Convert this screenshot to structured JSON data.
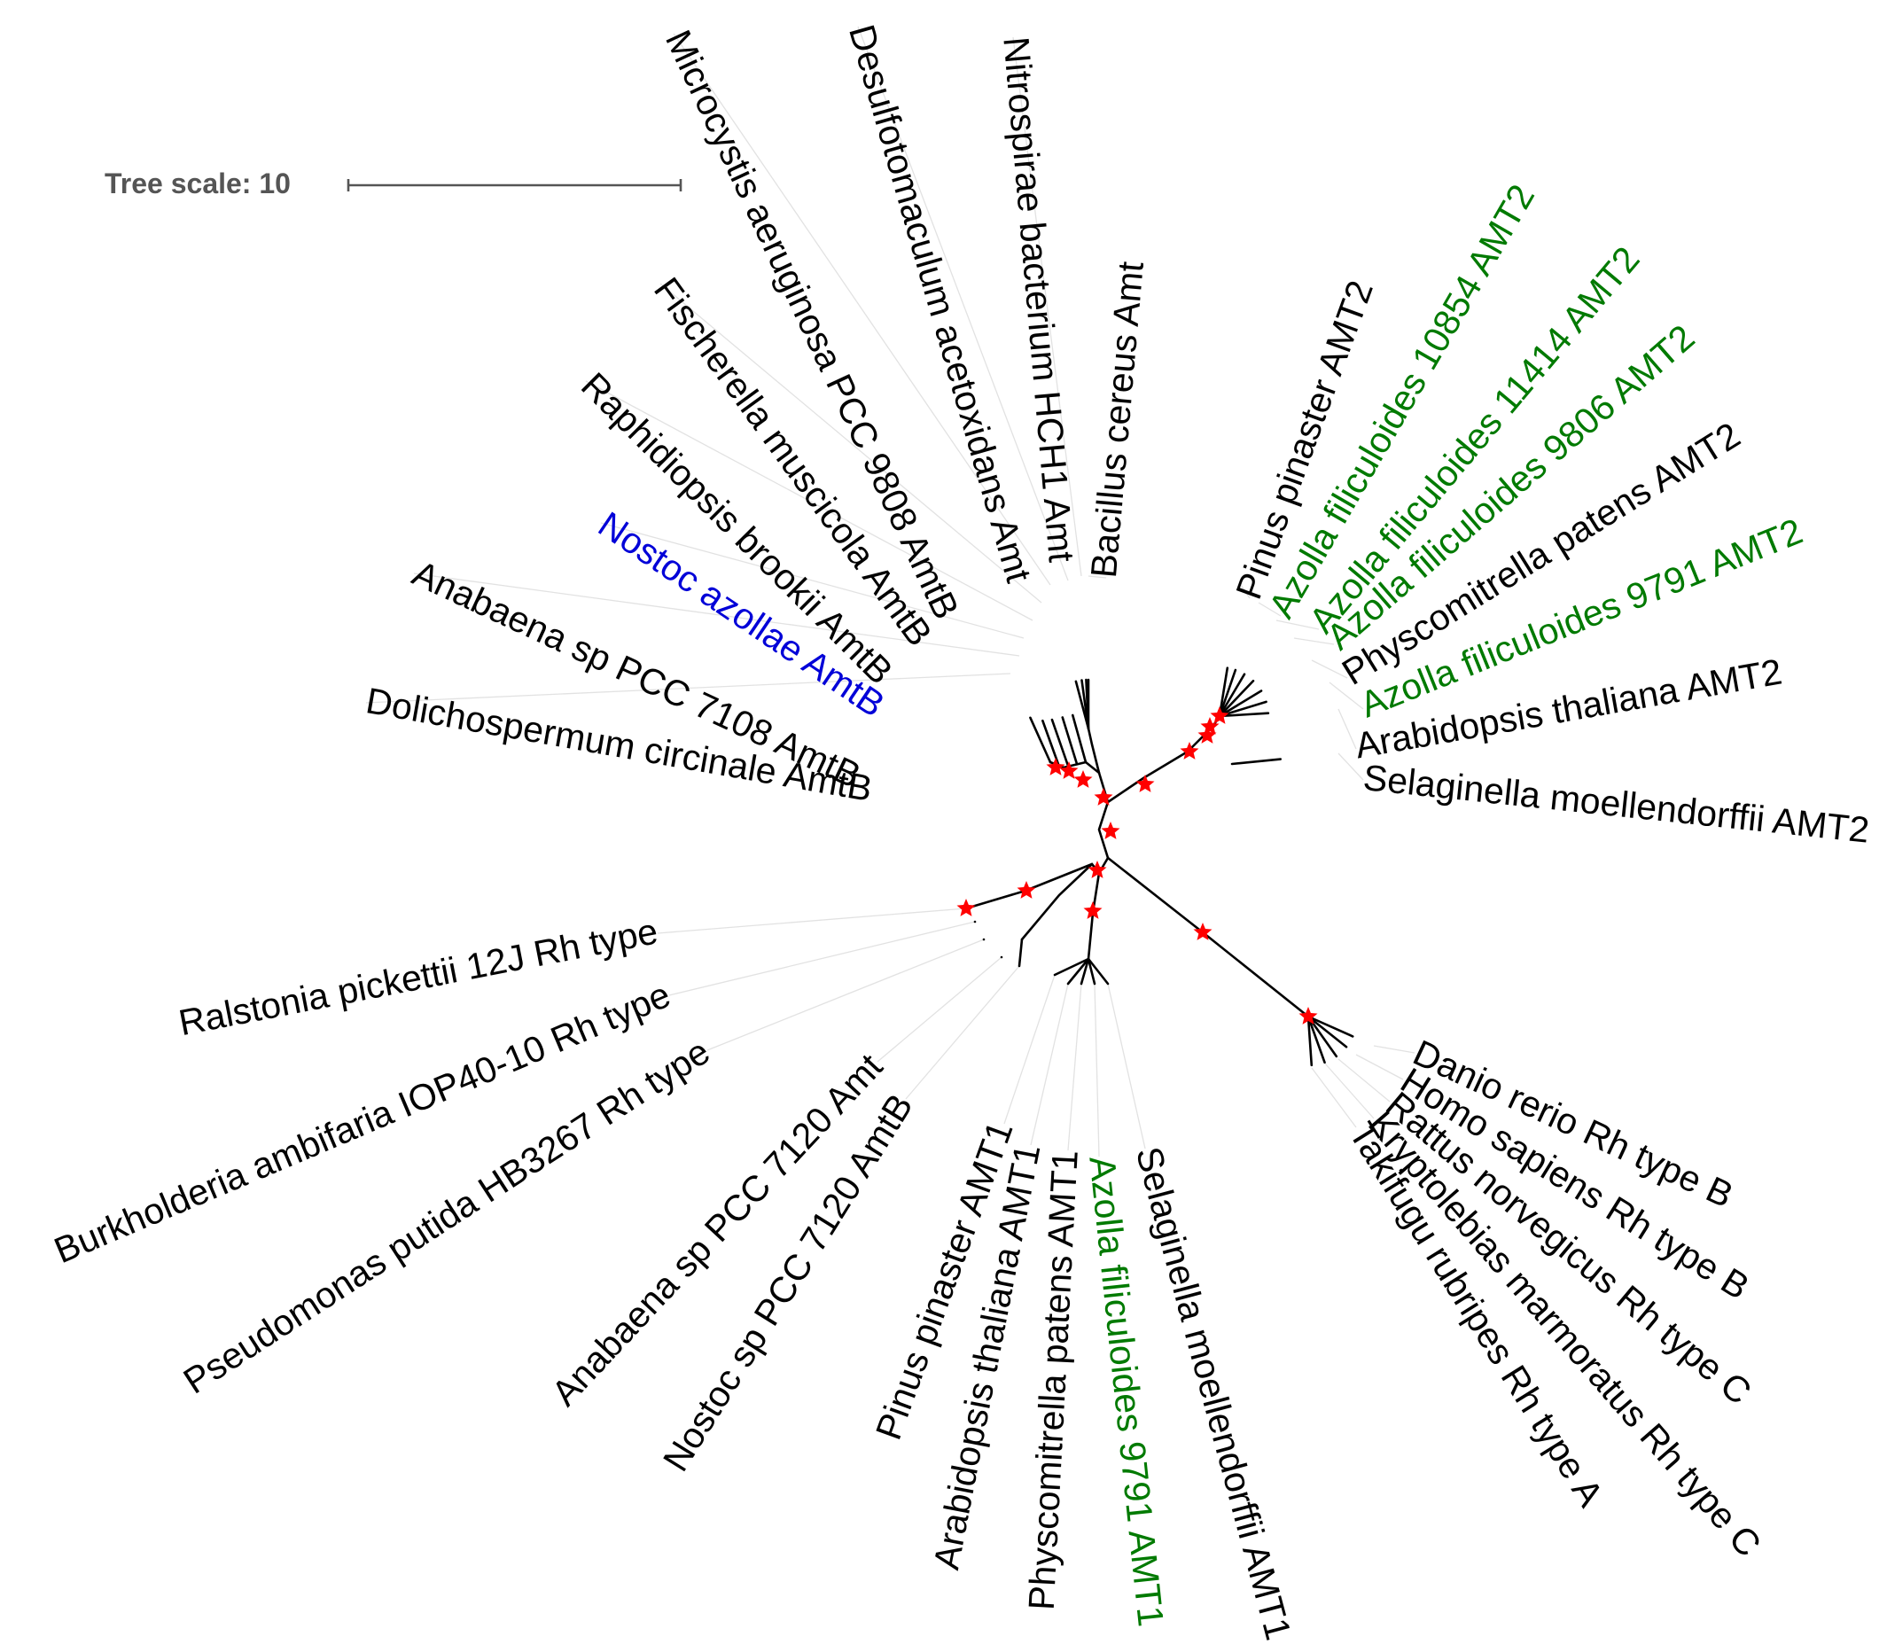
{
  "scale": {
    "label": "Tree scale: 10",
    "bar_color": "#555555"
  },
  "colors": {
    "default": "#000000",
    "azolla": "#007a00",
    "nostoc_azollae": "#0000d8",
    "support_star": "#ff0000",
    "guide": "#e2e2e2"
  },
  "marker": {
    "icon": "star-icon",
    "meaning": "bootstrap support"
  },
  "leaves": [
    {
      "name": "Microcystis aeruginosa PCC 9808 AmtB",
      "group": "default"
    },
    {
      "name": "Desulfotomaculum acetoxidans Amt",
      "group": "default"
    },
    {
      "name": "Nitrospirae bacterium HCH1 Amt",
      "group": "default"
    },
    {
      "name": "Bacillus cereus Amt",
      "group": "default"
    },
    {
      "name": "Fischerella muscicola AmtB",
      "group": "default"
    },
    {
      "name": "Raphidiopsis brookii AmtB",
      "group": "default"
    },
    {
      "name": "Nostoc azollae AmtB",
      "group": "nostoc_azollae"
    },
    {
      "name": "Anabaena sp PCC 7108 AmtB",
      "group": "default"
    },
    {
      "name": "Dolichospermum circinale AmtB",
      "group": "default"
    },
    {
      "name": "Pinus pinaster AMT2",
      "group": "default"
    },
    {
      "name": "Azolla filiculoides 10854 AMT2",
      "group": "azolla"
    },
    {
      "name": "Azolla filiculoides 11414 AMT2",
      "group": "azolla"
    },
    {
      "name": "Azolla filiculoides 9806 AMT2",
      "group": "azolla"
    },
    {
      "name": "Physcomitrella patens AMT2",
      "group": "default"
    },
    {
      "name": "Azolla filiculoides 9791 AMT2",
      "group": "azolla"
    },
    {
      "name": "Arabidopsis thaliana AMT2",
      "group": "default"
    },
    {
      "name": "Selaginella moellendorffii AMT2",
      "group": "default"
    },
    {
      "name": "Ralstonia pickettii 12J Rh type",
      "group": "default"
    },
    {
      "name": "Burkholderia ambifaria IOP40-10 Rh type",
      "group": "default"
    },
    {
      "name": "Pseudomonas putida HB3267 Rh type",
      "group": "default"
    },
    {
      "name": "Anabaena sp PCC 7120 Amt",
      "group": "default"
    },
    {
      "name": "Nostoc sp PCC 7120 AmtB",
      "group": "default"
    },
    {
      "name": "Pinus pinaster AMT1",
      "group": "default"
    },
    {
      "name": "Arabidopsis thaliana AMT1",
      "group": "default"
    },
    {
      "name": "Physcomitrella patens AMT1",
      "group": "default"
    },
    {
      "name": "Azolla filiculoides 9791 AMT1",
      "group": "azolla"
    },
    {
      "name": "Selaginella moellendorffii AMT1",
      "group": "default"
    },
    {
      "name": "Danio rerio Rh type B",
      "group": "default"
    },
    {
      "name": "Homo sapiens Rh type B",
      "group": "default"
    },
    {
      "name": "Rattus norvegicus Rh type C",
      "group": "default"
    },
    {
      "name": "Kryptolebias marmoratus Rh type C",
      "group": "default"
    },
    {
      "name": "Takifugu rubripes Rh type A",
      "group": "default"
    }
  ]
}
